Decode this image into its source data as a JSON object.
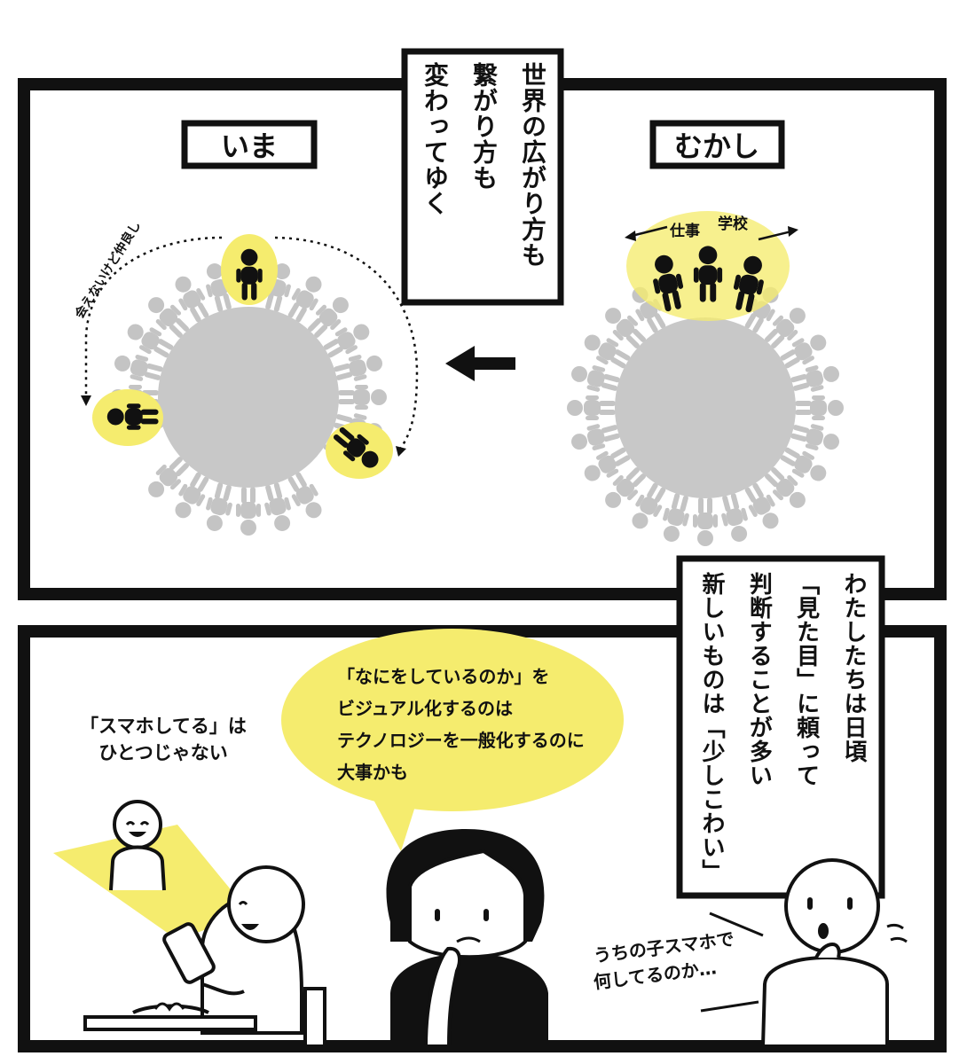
{
  "colors": {
    "ink": "#111111",
    "yellow": "#f5ec6e",
    "globe": "#c8c8c8",
    "crowd": "#c4c4c4",
    "paper": "#ffffff"
  },
  "panel1": {
    "caption": "世界の広がり方も繋がり方も変わってゆく",
    "caption_lines": [
      "世界の広がり方も",
      "繋がり方も",
      "変わってゆく"
    ],
    "label_now": "いま",
    "label_past": "むかし",
    "now_arc_label": "会えないけど仲良し",
    "past_tag_work": "仕事",
    "past_tag_school": "学校",
    "arrow_icon": "left-arrow-icon"
  },
  "panel2": {
    "caption": "わたしたちは日頃「見た目」に頼って判断することが多い新しいものは「少しこわい」",
    "caption_lines": [
      "わたしたちは日頃",
      "「見た目」に頼って",
      "判断することが多い",
      "新しいものは「少しこわい」"
    ],
    "left_text_lines": [
      "「スマホしてる」は",
      "ひとつじゃない"
    ],
    "bubble_lines": [
      "「なにをしているのか」を",
      "ビジュアル化するのは",
      "テクノロジーを一般化するのに",
      "大事かも"
    ],
    "right_text_lines": [
      "うちの子スマホで",
      "何してるのか…"
    ]
  }
}
